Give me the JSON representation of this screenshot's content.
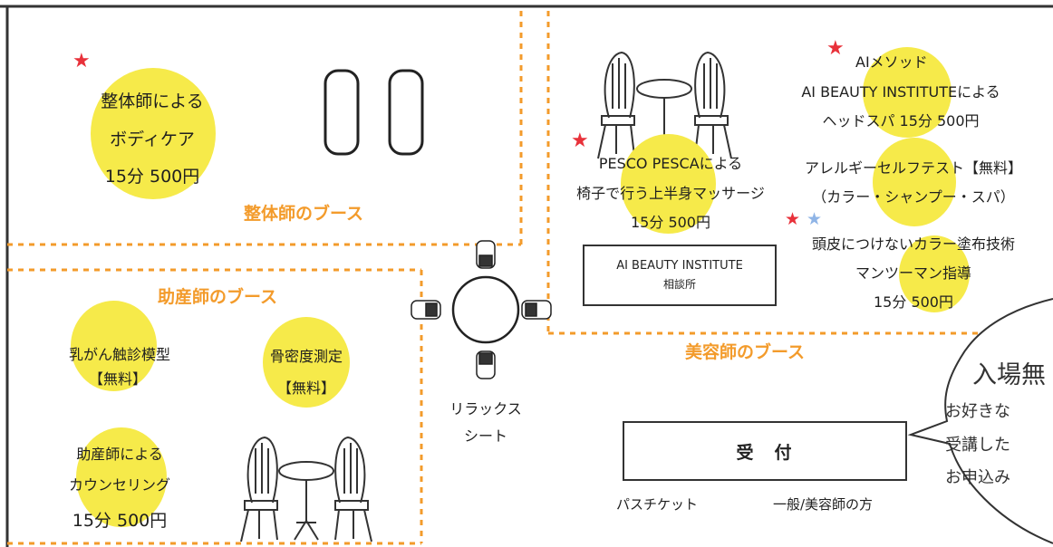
{
  "booths": {
    "seitai": "整体師のブース",
    "josanshi": "助産師のブース",
    "biyoushi": "美容師のブース"
  },
  "seitai_service": {
    "line1": "整体師による",
    "line2": "ボディケア",
    "line3": "15分 500円"
  },
  "josan_services": {
    "nyugan_line1": "乳がん触診模型",
    "nyugan_line2": "【無料】",
    "kotsu_line1": "骨密度測定",
    "kotsu_line2": "【無料】",
    "counsel_line1": "助産師による",
    "counsel_line2": "カウンセリング",
    "counsel_line3": "15分 500円"
  },
  "pesco": {
    "line1": "PESCO PESCAによる",
    "line2": "椅子で行う上半身マッサージ",
    "line3": "15分 500円"
  },
  "ai_method": {
    "line1": "AIメソッド",
    "line2": "AI BEAUTY INSTITUTEによる",
    "line3": "ヘッドスパ 15分 500円"
  },
  "allergy": {
    "line1": "アレルギーセルフテスト【無料】",
    "line2": "（カラー・シャンプー・スパ）"
  },
  "scalp": {
    "line1": "頭皮につけないカラー塗布技術",
    "line2": "マンツーマン指導",
    "line3": "15分 500円"
  },
  "consult_box": {
    "line1": "AI BEAUTY INSTITUTE",
    "line2": "相談所"
  },
  "relax": {
    "line1": "リラックス",
    "line2": "シート"
  },
  "reception": {
    "label": "受　付",
    "pass_ticket": "パスチケット",
    "general": "一般/美容師の方"
  },
  "bubble": {
    "line1": "入場無",
    "line2": "お好きな",
    "line3": "受講した",
    "line4": "お申込み"
  },
  "stars": {
    "symbol": "★",
    "red": "#e8313a",
    "blue": "#8fb4e6"
  },
  "colors": {
    "accent_orange": "#f39b2b",
    "highlight_yellow": "#f6ea4a"
  }
}
